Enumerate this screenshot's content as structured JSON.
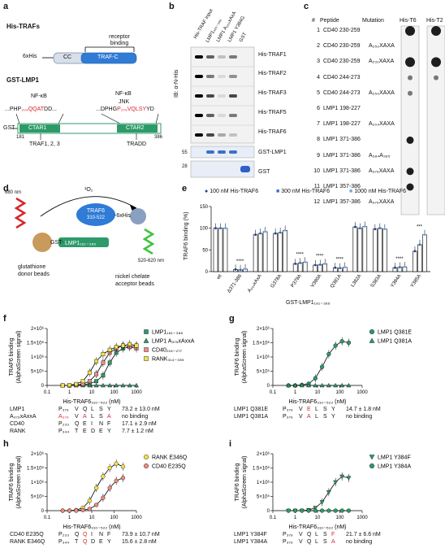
{
  "panels": {
    "a": {
      "label": "a",
      "his_traf_title": "His-TRAFs",
      "receptor_binding": "receptor\nbinding",
      "his6": "6xHis",
      "cc": "CC",
      "trafc": "TRAF-C",
      "gst_lmp1_title": "GST-LMP1",
      "nfkb1": "NF-κB",
      "nfkb2": "NF-κB",
      "jnk": "JNK",
      "seq1_pre": "...PHP",
      "seq1_red": "₂₀₄QQAT",
      "seq1_post": "DD...",
      "seq2_pre": "...DPHG",
      "seq2_red": "P₃₇₉VQLSY",
      "seq2_post": "YD",
      "gst": "GST",
      "ctar1": "CTAR1",
      "ctar2": "CTAR2",
      "n181": "181",
      "n386": "386",
      "traf123": "TRAF1, 2, 3",
      "tradd": "TRADD"
    },
    "b": {
      "label": "b",
      "columns": [
        "His-TRAF input",
        "LMP1₁₈₁₋₃₈₆",
        "LMP1 A₂₀₄xAxA",
        "LMP1 Y384G",
        "GST"
      ],
      "ib": "IB: α-N-His",
      "rows": [
        "His-TRAF1",
        "His-TRAF2",
        "His-TRAF3",
        "His-TRAF5",
        "His-TRAF6"
      ],
      "gst_lmp1": "GST-LMP1",
      "gst": "GST",
      "mw55": "55",
      "mw28": "28"
    },
    "c": {
      "label": "c",
      "h_num": "#",
      "h_peptide": "Peptide",
      "h_mutation": "Mutation",
      "h_t6": "His-T6",
      "h_t2": "His-T2",
      "rows": [
        {
          "n": "1",
          "pep": "CD40 230-259",
          "mut": ""
        },
        {
          "n": "2",
          "pep": "CD40 230-259",
          "mut": "A₂₅₀XAXA"
        },
        {
          "n": "3",
          "pep": "CD40 230-259",
          "mut": "A₂₃₁XAXA"
        },
        {
          "n": "4",
          "pep": "CD40 244-273",
          "mut": ""
        },
        {
          "n": "5",
          "pep": "CD40 244-273",
          "mut": "A₂₅₀XAXA"
        },
        {
          "n": "6",
          "pep": "LMP1 198-227",
          "mut": ""
        },
        {
          "n": "7",
          "pep": "LMP1 198-227",
          "mut": "A₂₀₄XAXA"
        },
        {
          "n": "8",
          "pep": "LMP1 371-386",
          "mut": ""
        },
        {
          "n": "9",
          "pep": "LMP1 371-386",
          "mut": "A₃₈₄A₃₈₅"
        },
        {
          "n": "10",
          "pep": "LMP1 371-386",
          "mut": "A₃₇₉XAXA"
        },
        {
          "n": "11",
          "pep": "LMP1 357-386",
          "mut": ""
        },
        {
          "n": "12",
          "pep": "LMP1 357-386",
          "mut": "A₃₇₉XAXA"
        }
      ]
    },
    "d": {
      "label": "d",
      "o2": "¹O₂",
      "nm680": "680 nm",
      "traf6": "TRAF6",
      "traf6_sub": "310-522",
      "his6": "-6xHis",
      "gst": "GST-",
      "lmp1": "LMP1₁₈₁₋₃₈₆",
      "nm520": "520-620 nm",
      "donor": "glutathione\ndonor beads",
      "acceptor": "nickel chelate\nacceptor beads"
    },
    "e": {
      "label": "e",
      "legend": [
        "100 nM His-TRAF6",
        "300 nM His-TRAF6",
        "1000 nM His-TRAF6"
      ],
      "ylabel": "TRAF6 binding (%)",
      "xlabel": "GST-LMP1₁₈₁₋₃₈₆",
      "stars": "****"
    },
    "f": {
      "label": "f",
      "legend": [
        "LMP1₁₈₁₋₃₈₆",
        "LMP1 A₃₇₉xAxxA",
        "CD40₂₁₆₋₂₇₇",
        "RANK₃₁₄₋₃₅₅"
      ],
      "ylabel": "TRAF6  binding\n(AlphaScreen signal)",
      "xlabel": "His-TRAF6₃₁₀₋₅₂₂ (nM)",
      "table": [
        {
          "name": "LMP1",
          "seq": [
            "P₃₇₉",
            "V",
            "Q",
            "L",
            "S",
            "Y"
          ],
          "red": [],
          "val": "73.2 ± 13.0 nM"
        },
        {
          "name": "A₃₇₉xAxxA",
          "seq": [
            "A₃₇₉",
            "V",
            "A",
            "L",
            "S",
            "A"
          ],
          "red": [
            0,
            2,
            5
          ],
          "val": "no binding"
        },
        {
          "name": "CD40",
          "seq": [
            "P₂₃₃",
            "Q",
            "E",
            "I",
            "N",
            "F"
          ],
          "red": [],
          "val": "17.1 ±  2.9 nM"
        },
        {
          "name": "RANK",
          "seq": [
            "P₃₄₄",
            "T",
            "E",
            "D",
            "E",
            "Y"
          ],
          "red": [],
          "val": "7.7 ±  1.2 nM"
        }
      ]
    },
    "g": {
      "label": "g",
      "legend": [
        "LMP1 Q381E",
        "LMP1 Q381A"
      ],
      "ylabel": "TRAF6  binding\n(AlphaScreen signal)",
      "xlabel": "His-TRAF6₃₁₀₋₅₂₂ (nM)",
      "table": [
        {
          "name": "LMP1 Q381E",
          "seq": [
            "P₃₇₉",
            "V",
            "E",
            "L",
            "S",
            "Y"
          ],
          "red": [
            2
          ],
          "val": "14.7 ± 1.8 nM"
        },
        {
          "name": "LMP1 Q381A",
          "seq": [
            "P₃₇₉",
            "V",
            "A",
            "L",
            "S",
            "Y"
          ],
          "red": [
            2
          ],
          "val": "no binding"
        }
      ]
    },
    "h": {
      "label": "h",
      "legend": [
        "RANK E346Q",
        "CD40 E235Q"
      ],
      "ylabel": "TRAF6  binding\n(AlphaScreen signal)",
      "xlabel": "His-TRAF6₃₁₀₋₅₂₂ (nM)",
      "table": [
        {
          "name": "CD40 E235Q",
          "seq": [
            "P₂₃₃",
            "Q",
            "Q",
            "I",
            "N",
            "F"
          ],
          "red": [
            2
          ],
          "val": "73.9 ± 10.7 nM"
        },
        {
          "name": "RANK E346Q",
          "seq": [
            "P₃₄₄",
            "T",
            "Q",
            "D",
            "E",
            "Y"
          ],
          "red": [
            2
          ],
          "val": "15.6 ±   2.8 nM"
        }
      ]
    },
    "i": {
      "label": "i",
      "legend": [
        "LMP1 Y384F",
        "LMP1 Y384A"
      ],
      "ylabel": "TRAF6  binding\n(AlphaScreen signal)",
      "xlabel": "His-TRAF6₃₁₀₋₅₂₂ (nM)",
      "table": [
        {
          "name": "LMP1 Y384F",
          "seq": [
            "P₃₇₉",
            "V",
            "Q",
            "L",
            "S",
            "F"
          ],
          "red": [
            5
          ],
          "val": "21.7 ± 6.6 nM"
        },
        {
          "name": "LMP1 Y384A",
          "seq": [
            "P₃₇₉",
            "V",
            "Q",
            "L",
            "S",
            "A"
          ],
          "red": [
            5
          ],
          "val": "no binding"
        }
      ]
    }
  },
  "chart_data": [
    {
      "panel": "e",
      "type": "bar",
      "ylabel": "TRAF6 binding (%)",
      "xlabel": "GST-LMP1₁₈₁₋₃₈₆",
      "ylim": [
        0,
        150
      ],
      "yticks": [
        0,
        50,
        100,
        150
      ],
      "categories": [
        "wt",
        "Δ371-386",
        "A₂₀₄xAxA",
        "G378A",
        "P379A",
        "V380A",
        "Q381A",
        "L382A",
        "S383A",
        "Y384A",
        "Y385A"
      ],
      "series": [
        {
          "name": "100 nM His-TRAF6",
          "color": "#1f3f8f",
          "values": [
            100,
            5,
            85,
            88,
            18,
            15,
            9,
            103,
            98,
            9,
            47
          ]
        },
        {
          "name": "300 nM His-TRAF6",
          "color": "#2e6fd0",
          "values": [
            100,
            4,
            88,
            90,
            20,
            16,
            8,
            100,
            100,
            10,
            62
          ]
        },
        {
          "name": "1000 nM His-TRAF6",
          "color": "#6fa8e8",
          "values": [
            100,
            6,
            92,
            95,
            22,
            18,
            10,
            104,
            98,
            11,
            85
          ]
        }
      ],
      "significance": [
        "",
        "****",
        "",
        "",
        "****",
        "****",
        "****",
        "",
        "",
        "****",
        "***"
      ]
    },
    {
      "panel": "f",
      "type": "line",
      "xscale": "log",
      "xlim": [
        0.1,
        1000
      ],
      "ylim": [
        0,
        2000000
      ],
      "yticks": [
        "0",
        "5×10⁵",
        "1×10⁶",
        "1.5×10⁶",
        "2×10⁶"
      ],
      "x": [
        0.5,
        1,
        2,
        4,
        8,
        16,
        32,
        64,
        125,
        250,
        500,
        1000
      ],
      "series": [
        {
          "name": "LMP1₁₈₁₋₃₈₆",
          "marker": "square",
          "color": "#2e9a6a",
          "values": [
            0,
            0,
            10000,
            20000,
            60000,
            150000,
            350000,
            800000,
            1150000,
            1300000,
            1350000,
            1400000
          ]
        },
        {
          "name": "LMP1 A₃₇₉xAxxA",
          "marker": "triangle",
          "color": "#2e9a6a",
          "values": [
            0,
            0,
            0,
            0,
            0,
            0,
            0,
            0,
            0,
            0,
            0,
            0
          ]
        },
        {
          "name": "CD40₂₁₆₋₂₇₇",
          "marker": "square",
          "color": "#f08a84",
          "values": [
            0,
            0,
            10000,
            50000,
            150000,
            400000,
            800000,
            1150000,
            1300000,
            1400000,
            1350000,
            1300000
          ]
        },
        {
          "name": "RANK₃₁₄₋₃₅₅",
          "marker": "square",
          "color": "#f3e24a",
          "values": [
            0,
            10000,
            50000,
            150000,
            450000,
            850000,
            1100000,
            1250000,
            1350000,
            1400000,
            1450000,
            1400000
          ]
        }
      ]
    },
    {
      "panel": "g",
      "type": "line",
      "xscale": "log",
      "xlim": [
        0.1,
        1000
      ],
      "ylim": [
        0,
        2000000
      ],
      "x": [
        0.5,
        1,
        2,
        4,
        8,
        16,
        32,
        64,
        125,
        250
      ],
      "series": [
        {
          "name": "LMP1 Q381E",
          "marker": "circle",
          "color": "#2e9a6a",
          "values": [
            0,
            0,
            20000,
            60000,
            250000,
            650000,
            1100000,
            1400000,
            1550000,
            1500000
          ]
        },
        {
          "name": "LMP1 Q381A",
          "marker": "triangle",
          "color": "#2e9a6a",
          "values": [
            0,
            0,
            0,
            0,
            0,
            0,
            0,
            0,
            0,
            0
          ]
        }
      ]
    },
    {
      "panel": "h",
      "type": "line",
      "xscale": "log",
      "xlim": [
        0.1,
        1000
      ],
      "ylim": [
        0,
        2000000
      ],
      "x": [
        0.5,
        1,
        2,
        4,
        8,
        16,
        32,
        64,
        125,
        250
      ],
      "series": [
        {
          "name": "RANK E346Q",
          "marker": "circle",
          "color": "#f3e24a",
          "values": [
            0,
            0,
            20000,
            100000,
            350000,
            800000,
            1200000,
            1500000,
            1650000,
            1550000
          ]
        },
        {
          "name": "CD40 E235Q",
          "marker": "circle",
          "color": "#f08a84",
          "values": [
            0,
            0,
            0,
            20000,
            60000,
            200000,
            450000,
            800000,
            1050000,
            1150000
          ]
        }
      ]
    },
    {
      "panel": "i",
      "type": "line",
      "xscale": "log",
      "xlim": [
        0.1,
        1000
      ],
      "ylim": [
        0,
        2000000
      ],
      "x": [
        0.5,
        1,
        2,
        4,
        8,
        16,
        32,
        64,
        125,
        250
      ],
      "series": [
        {
          "name": "LMP1 Y384F",
          "marker": "triangle-down",
          "color": "#2e9a6a",
          "values": [
            0,
            0,
            0,
            20000,
            100000,
            300000,
            650000,
            1000000,
            1200000,
            1150000
          ]
        },
        {
          "name": "LMP1 Y384A",
          "marker": "circle",
          "color": "#2e9a6a",
          "values": [
            0,
            0,
            0,
            0,
            0,
            0,
            0,
            0,
            0,
            0
          ]
        }
      ]
    }
  ],
  "dot_blot": {
    "t6_spots": [
      3,
      0,
      3,
      1,
      1,
      0,
      0,
      2,
      0,
      2,
      2,
      0
    ],
    "t2_spots": [
      3,
      0,
      3,
      1,
      0,
      0,
      0,
      0,
      0,
      0,
      0,
      0
    ]
  },
  "western": {
    "bands": [
      [
        1,
        0.6,
        0.2,
        0.5,
        0
      ],
      [
        1,
        0.5,
        0.1,
        0.4,
        0
      ],
      [
        1,
        0.7,
        0.1,
        0.7,
        0
      ],
      [
        1,
        0.6,
        0.1,
        0.5,
        0
      ],
      [
        1,
        0.7,
        0.3,
        0.2,
        0
      ]
    ]
  }
}
